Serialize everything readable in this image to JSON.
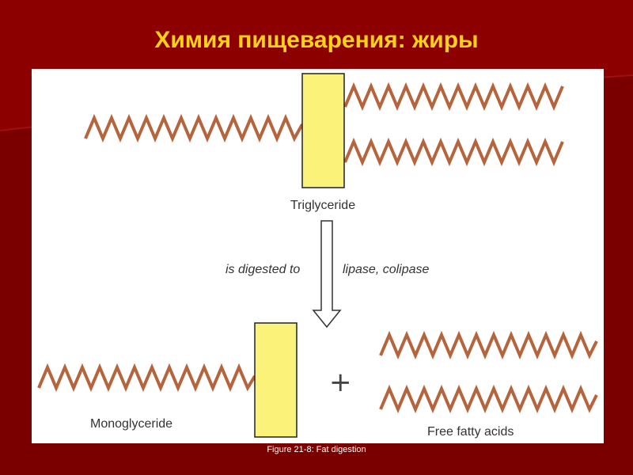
{
  "title": "Химия пищеварения: жиры",
  "diagram": {
    "triglyceride_label": "Triglyceride",
    "arrow_left_label": "is digested to",
    "arrow_right_label": "lipase, colipase",
    "monoglyceride_label": "Monoglyceride",
    "plus_sign": "+",
    "free_fatty_acids_label": "Free fatty acids"
  },
  "caption": "Figure 21-8: Fat digestion",
  "colors": {
    "background": "#7a0000",
    "title": "#ffd21a",
    "glycerol_block": "#fbf27a",
    "fatty_acid_chain": "#b5643c"
  }
}
